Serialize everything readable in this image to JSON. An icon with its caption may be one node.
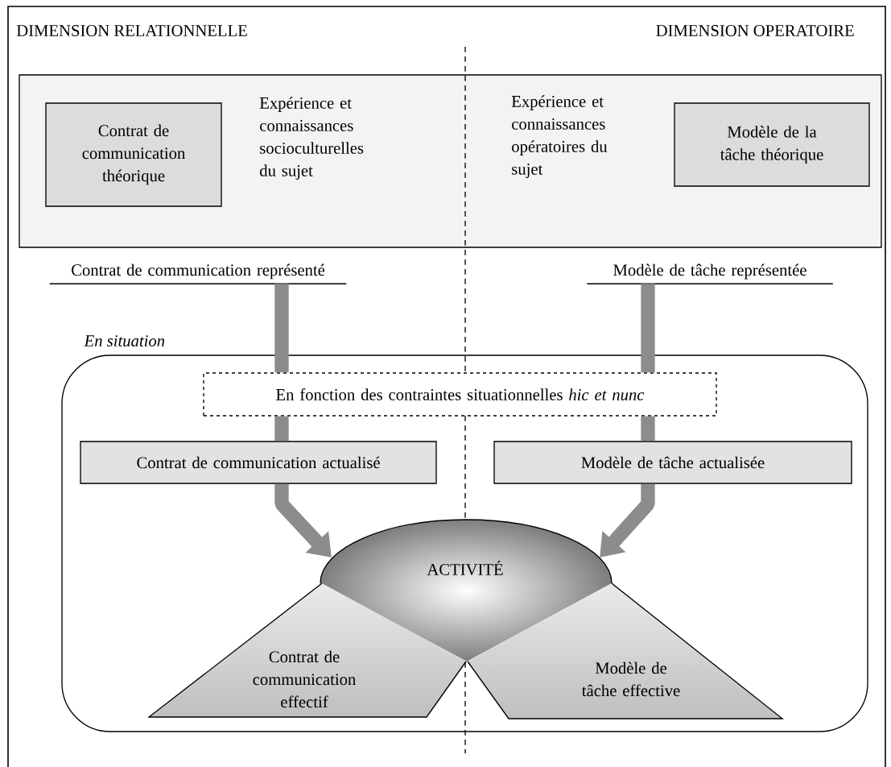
{
  "diagram": {
    "nodes": [
      {
        "text": [
          "Expérience et connaissances socioculturelles du sujet",
          "Expérience et connaissances opératoires du sujet"
        ]
      },
      {
        "text": [
          "Contrat de communication théorique"
        ],
        "in": 0
      },
      {
        "text": [
          "Modèle de la tâche théorique"
        ],
        "in": 0
      },
      {
        "text": [
          "Contrat de communication représenté"
        ]
      },
      {
        "text": [
          "Modèle de tâche représentée"
        ]
      },
      {
        "text": [
          "En situation"
        ]
      },
      {
        "text": [
          "En fonction des contraintes situationnelles *hic et nunc*"
        ],
        "in": 5
      },
      {
        "text": [
          "Contrat de communication actualisé"
        ],
        "in": 5
      },
      {
        "text": [
          "Modèle de tâche actualisée"
        ],
        "in": 5
      },
      {
        "text": [
          "ACTIVITÉ"
        ],
        "in": 5
      },
      {
        "text": [
          "Contrat de communication effectif"
        ],
        "in": 5
      },
      {
        "text": [
          "Modèle de tâche effective"
        ],
        "in": 5
      }
    ],
    "edges": [
      {
        "from": 3,
        "to": 6,
        "arrow": "none"
      },
      {
        "from": 6,
        "to": 7,
        "arrow": "none"
      },
      {
        "from": 7,
        "to": 9,
        "arrow": "to"
      },
      {
        "from": 4,
        "to": 6,
        "arrow": "none"
      },
      {
        "from": 6,
        "to": 8,
        "arrow": "none"
      },
      {
        "from": 8,
        "to": 9,
        "arrow": "to"
      }
    ],
    "labels": [
      "DIMENSION RELATIONNELLE",
      "DIMENSION OPERATOIRE"
    ]
  }
}
